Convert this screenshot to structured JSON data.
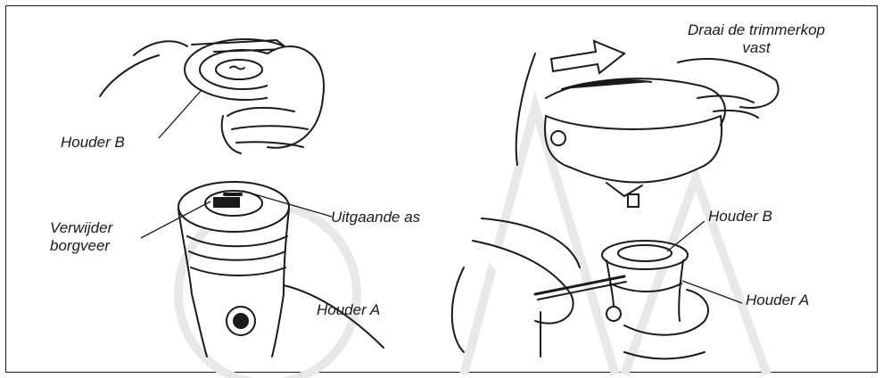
{
  "labels": {
    "houder_b_top": "Houder B",
    "verwijder_line1": "Verwijder",
    "verwijder_line2": "borgveer",
    "uitgaande_as": "Uitgaande as",
    "houder_a_left": "Houder A",
    "draai_line1": "Draai de trimmerkop",
    "draai_line2": "vast",
    "houder_b_right": "Houder B",
    "houder_a_right": "Houder A"
  },
  "colors": {
    "ink": "#1a1a1a",
    "watermark": "#e6e6e6",
    "background": "#ffffff"
  }
}
